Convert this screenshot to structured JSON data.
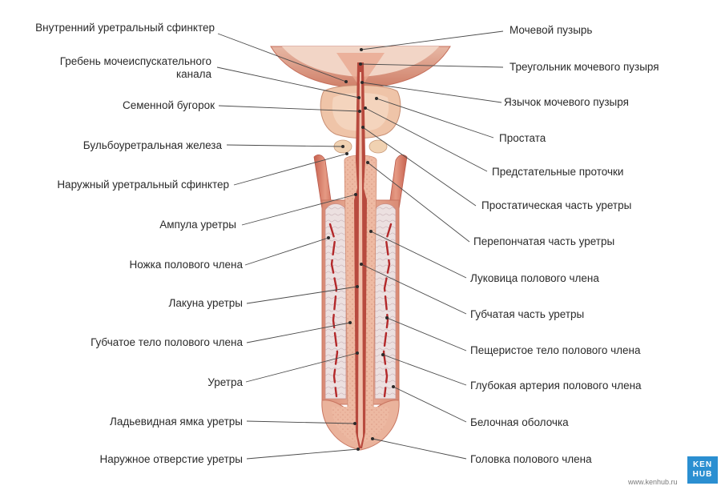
{
  "labels_left": [
    "Внутренний уретральный сфинктер",
    "Гребень мочеиспускательного",
    "канала",
    "Семенной бугорок",
    "Бульбоуретральная железа",
    "Наружный уретральный сфинктер",
    "Ампула уретры",
    "Ножка полового члена",
    "Лакуна уретры",
    "Губчатое тело полового члена",
    "Уретра",
    "Ладьевидная ямка уретры",
    "Наружное отверстие уретры"
  ],
  "labels_right": [
    "Мочевой пузырь",
    "Треугольник мочевого пузыря",
    "Язычок мочевого пузыря",
    "Простата",
    "Предстательные проточки",
    "Простатическая часть уретры",
    "Перепончатая часть уретры",
    "Луковица полового члена",
    "Губчатая часть уретры",
    "Пещеристое тело полового члена",
    "Глубокая артерия полового члена",
    "Белочная оболочка",
    "Головка полового члена"
  ],
  "logo": {
    "line1": "KEN",
    "line2": "HUB"
  },
  "site": "www.kenhub.ru",
  "colors": {
    "tissue": "#e8a98f",
    "tissue_dark": "#c96e5a",
    "urethra": "#b84a3e",
    "prostate": "#efc4a8",
    "cavernosum": "#e9d8d8",
    "artery": "#b3282a",
    "accent": "#2b8fd1"
  }
}
